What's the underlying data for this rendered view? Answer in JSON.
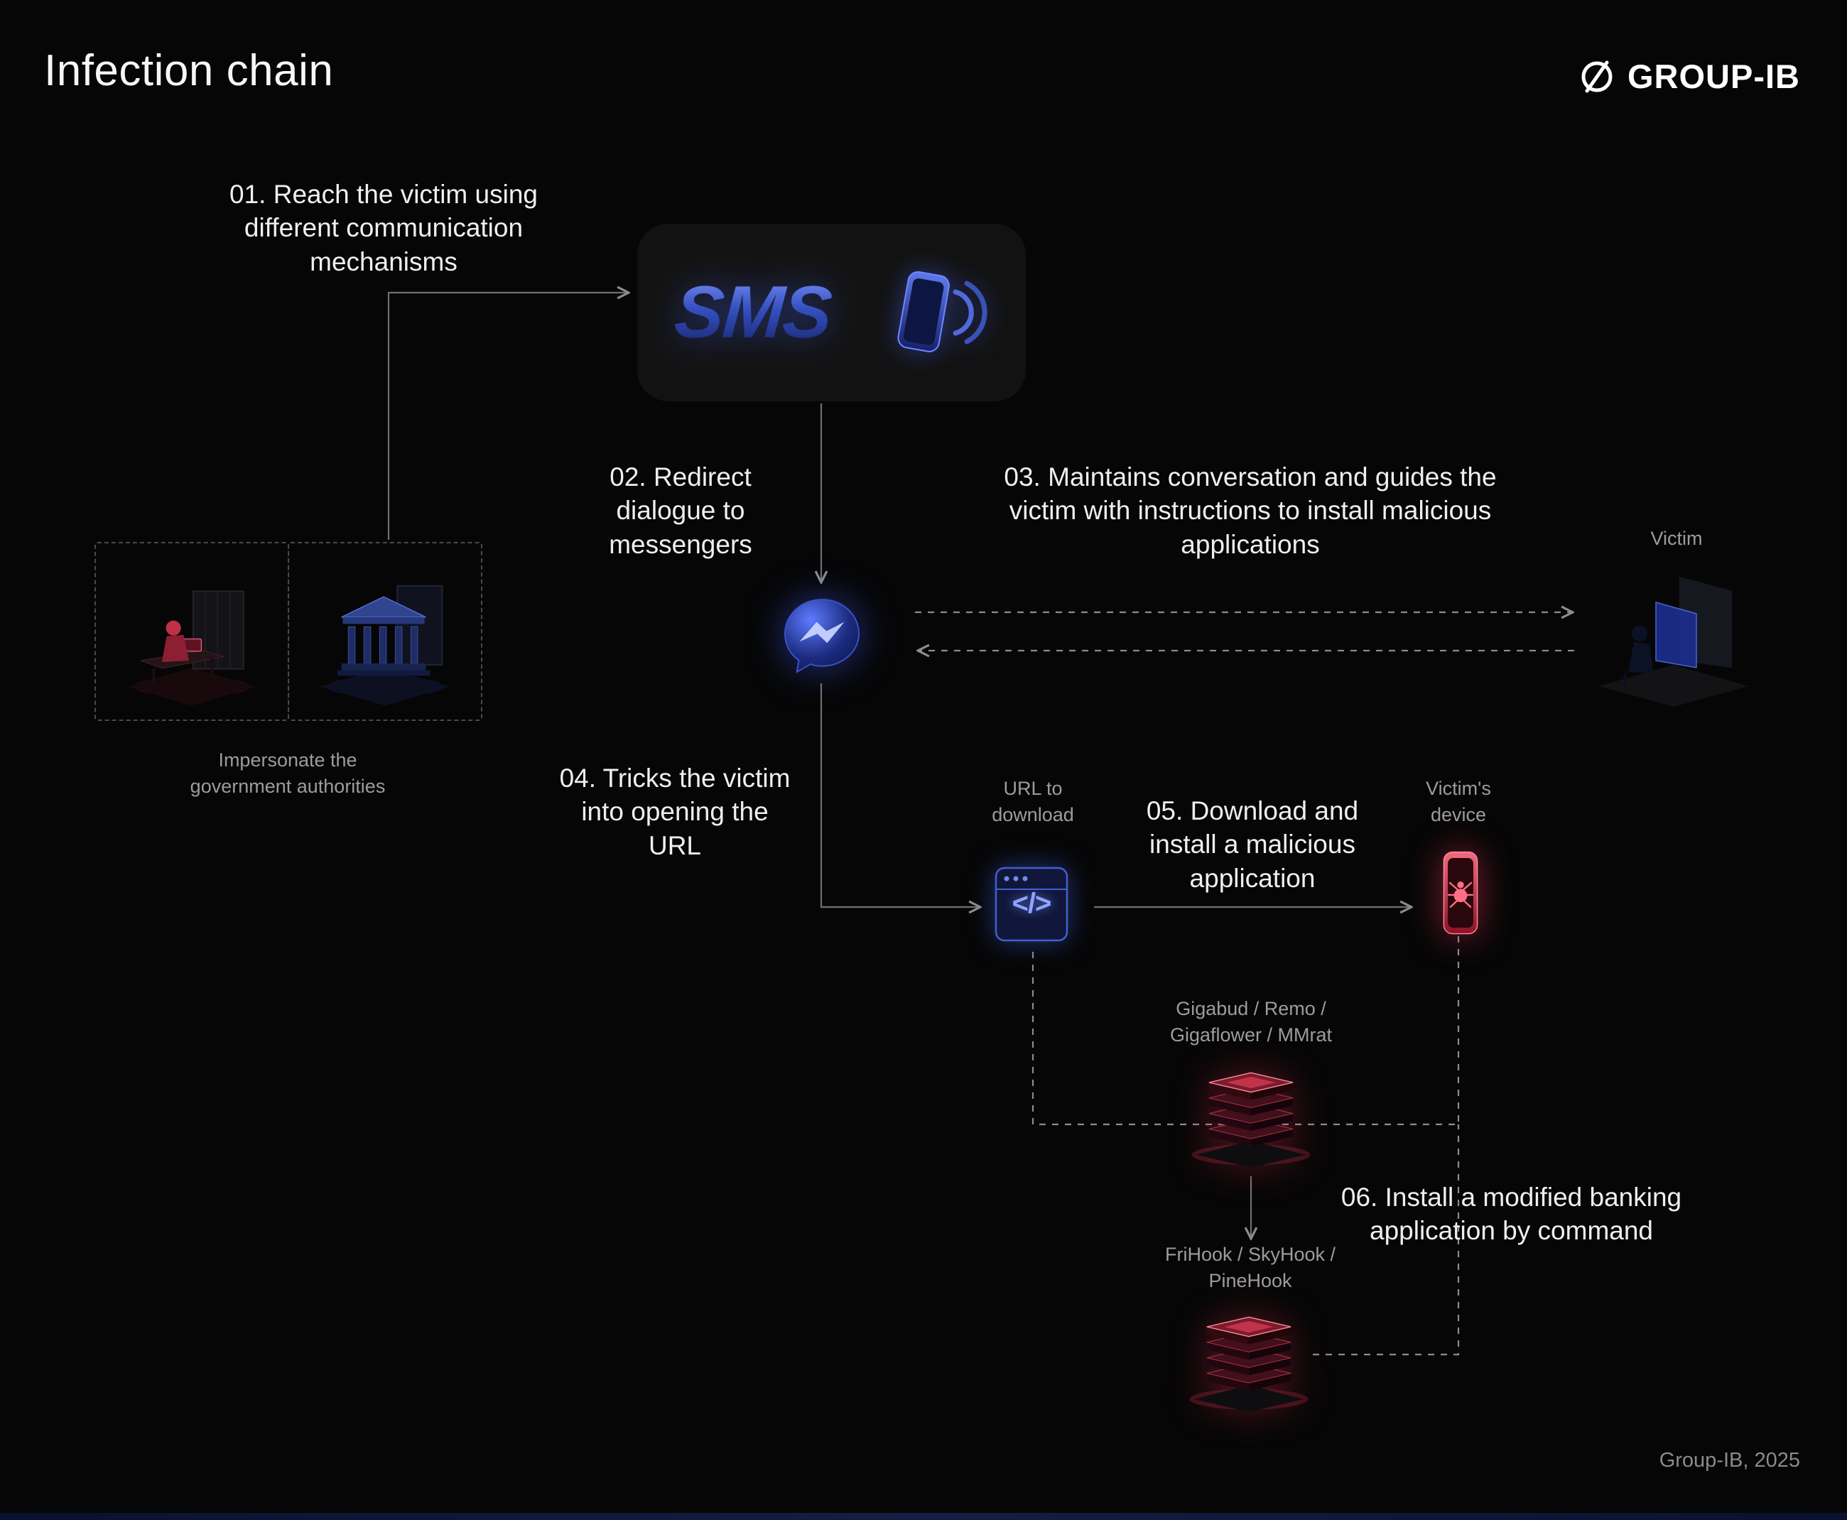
{
  "header": {
    "title": "Infection chain",
    "brand": "GROUP-IB"
  },
  "steps": {
    "s01": "01. Reach the victim using different communication mechanisms",
    "s02": "02. Redirect dialogue to messengers",
    "s03": "03. Maintains conversation and guides the victim with instructions to install malicious applications",
    "s04": "04. Tricks the victim into opening the URL",
    "s05": "05. Download and install a malicious application",
    "s06": "06. Install a modified banking application by command"
  },
  "labels": {
    "sms": "SMS",
    "impersonate": "Impersonate the government authorities",
    "victim": "Victim",
    "url_to_download": "URL to download",
    "victims_device": "Victim's device",
    "malware_families_web": "Gigabud / Remo / Gigaflower / MMrat",
    "malware_families_banking": "FriHook / SkyHook / PineHook"
  },
  "icons": {
    "code_glyph": "</>",
    "sms_phone": "phone-sound-waves-icon",
    "messenger": "messenger-chat-bubble-icon",
    "browser": "browser-window-code-icon",
    "infected_phone": "infected-phone-spider-icon",
    "server": "server-stack-icon",
    "scammer": "scammer-at-desk-illustration",
    "government": "government-building-illustration",
    "victim": "victim-at-computer-illustration",
    "brand_mark": "group-ib-logo-icon"
  },
  "footer": {
    "credit": "Group-IB, 2025"
  },
  "colors": {
    "background": "#060606",
    "accent_blue": "#3f5bd9",
    "accent_red": "#e0314b",
    "line": "#8c8c8c",
    "text_primary": "#f2f2f2",
    "text_secondary": "#9c9c9c"
  }
}
